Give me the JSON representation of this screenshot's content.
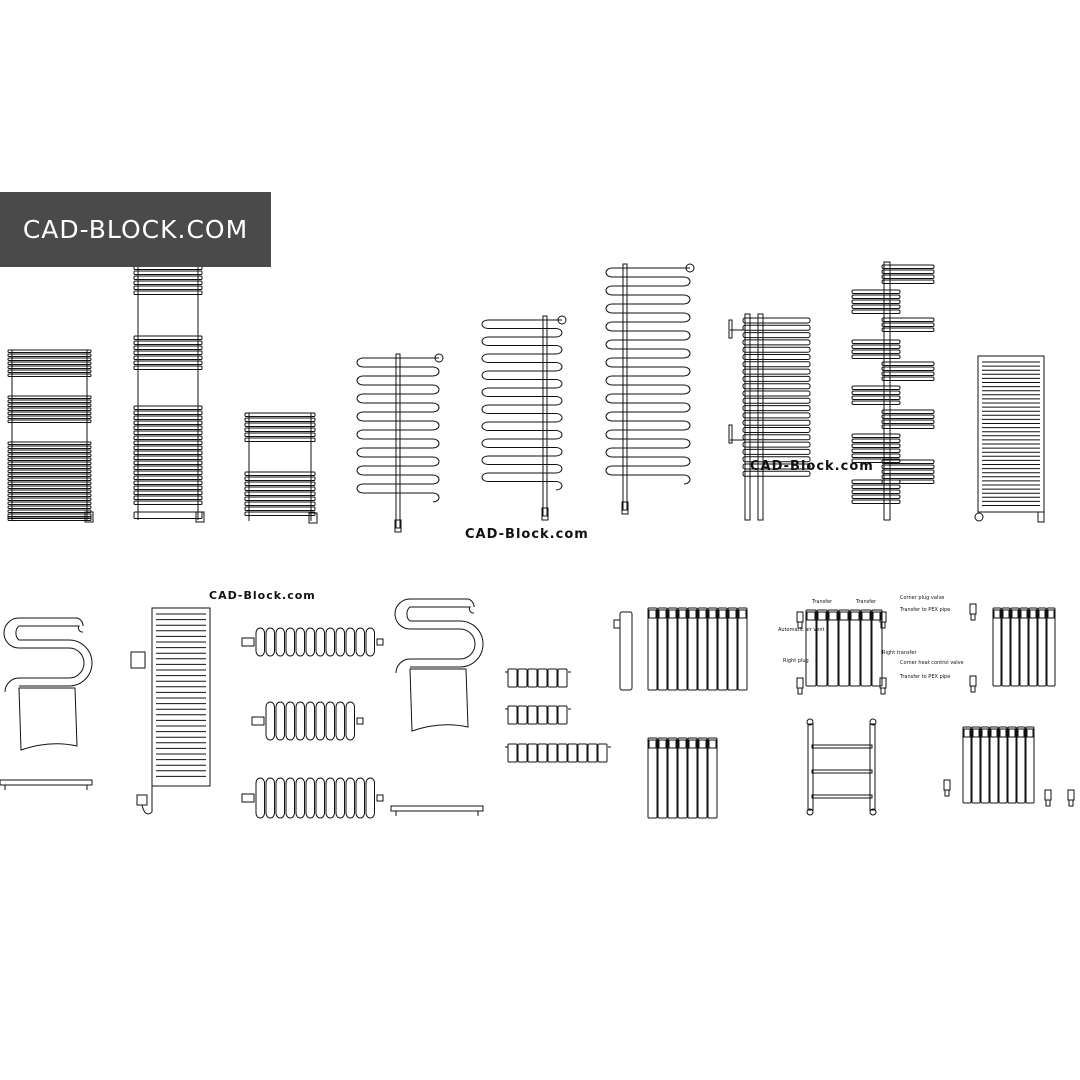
{
  "banner": {
    "label": "CAD-BLOCK.COM"
  },
  "watermarks": [
    "CAD-Block.com",
    "CAD-Block.com",
    "CAD-Block.com"
  ],
  "annotations": {
    "transfer_left": "Transfer",
    "transfer_right": "Transfer",
    "corner_plug_valve": "Corner plug valve",
    "transfer_pex_top": "Transfer to PEX pipe",
    "air_vent": "Automatic air vent",
    "right_plug": "Right plug",
    "right_transfer": "Right transfer",
    "corner_heat_valve": "Corner heat control valve",
    "transfer_pex_bottom": "Transfer to PEX pipe"
  },
  "colors": {
    "banner_bg": "#4a4a4a",
    "line": "#111111"
  }
}
